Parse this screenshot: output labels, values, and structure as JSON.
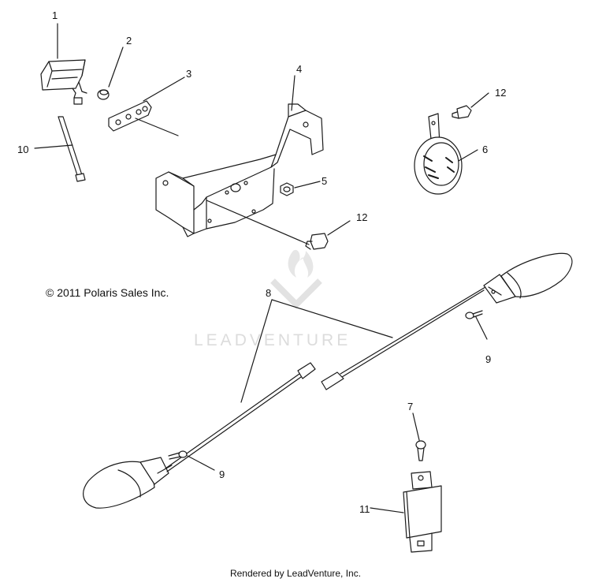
{
  "copyright": "© 2011 Polaris Sales Inc.",
  "footer": "Rendered by LeadVenture, Inc.",
  "watermark": {
    "text": "LEADVENTURE"
  },
  "callouts": [
    "1",
    "2",
    "3",
    "4",
    "5",
    "6",
    "7",
    "8",
    "9",
    "9",
    "10",
    "11",
    "12",
    "12"
  ],
  "colors": {
    "line": "#1a1a1a",
    "watermark": "#dcdcdc"
  }
}
